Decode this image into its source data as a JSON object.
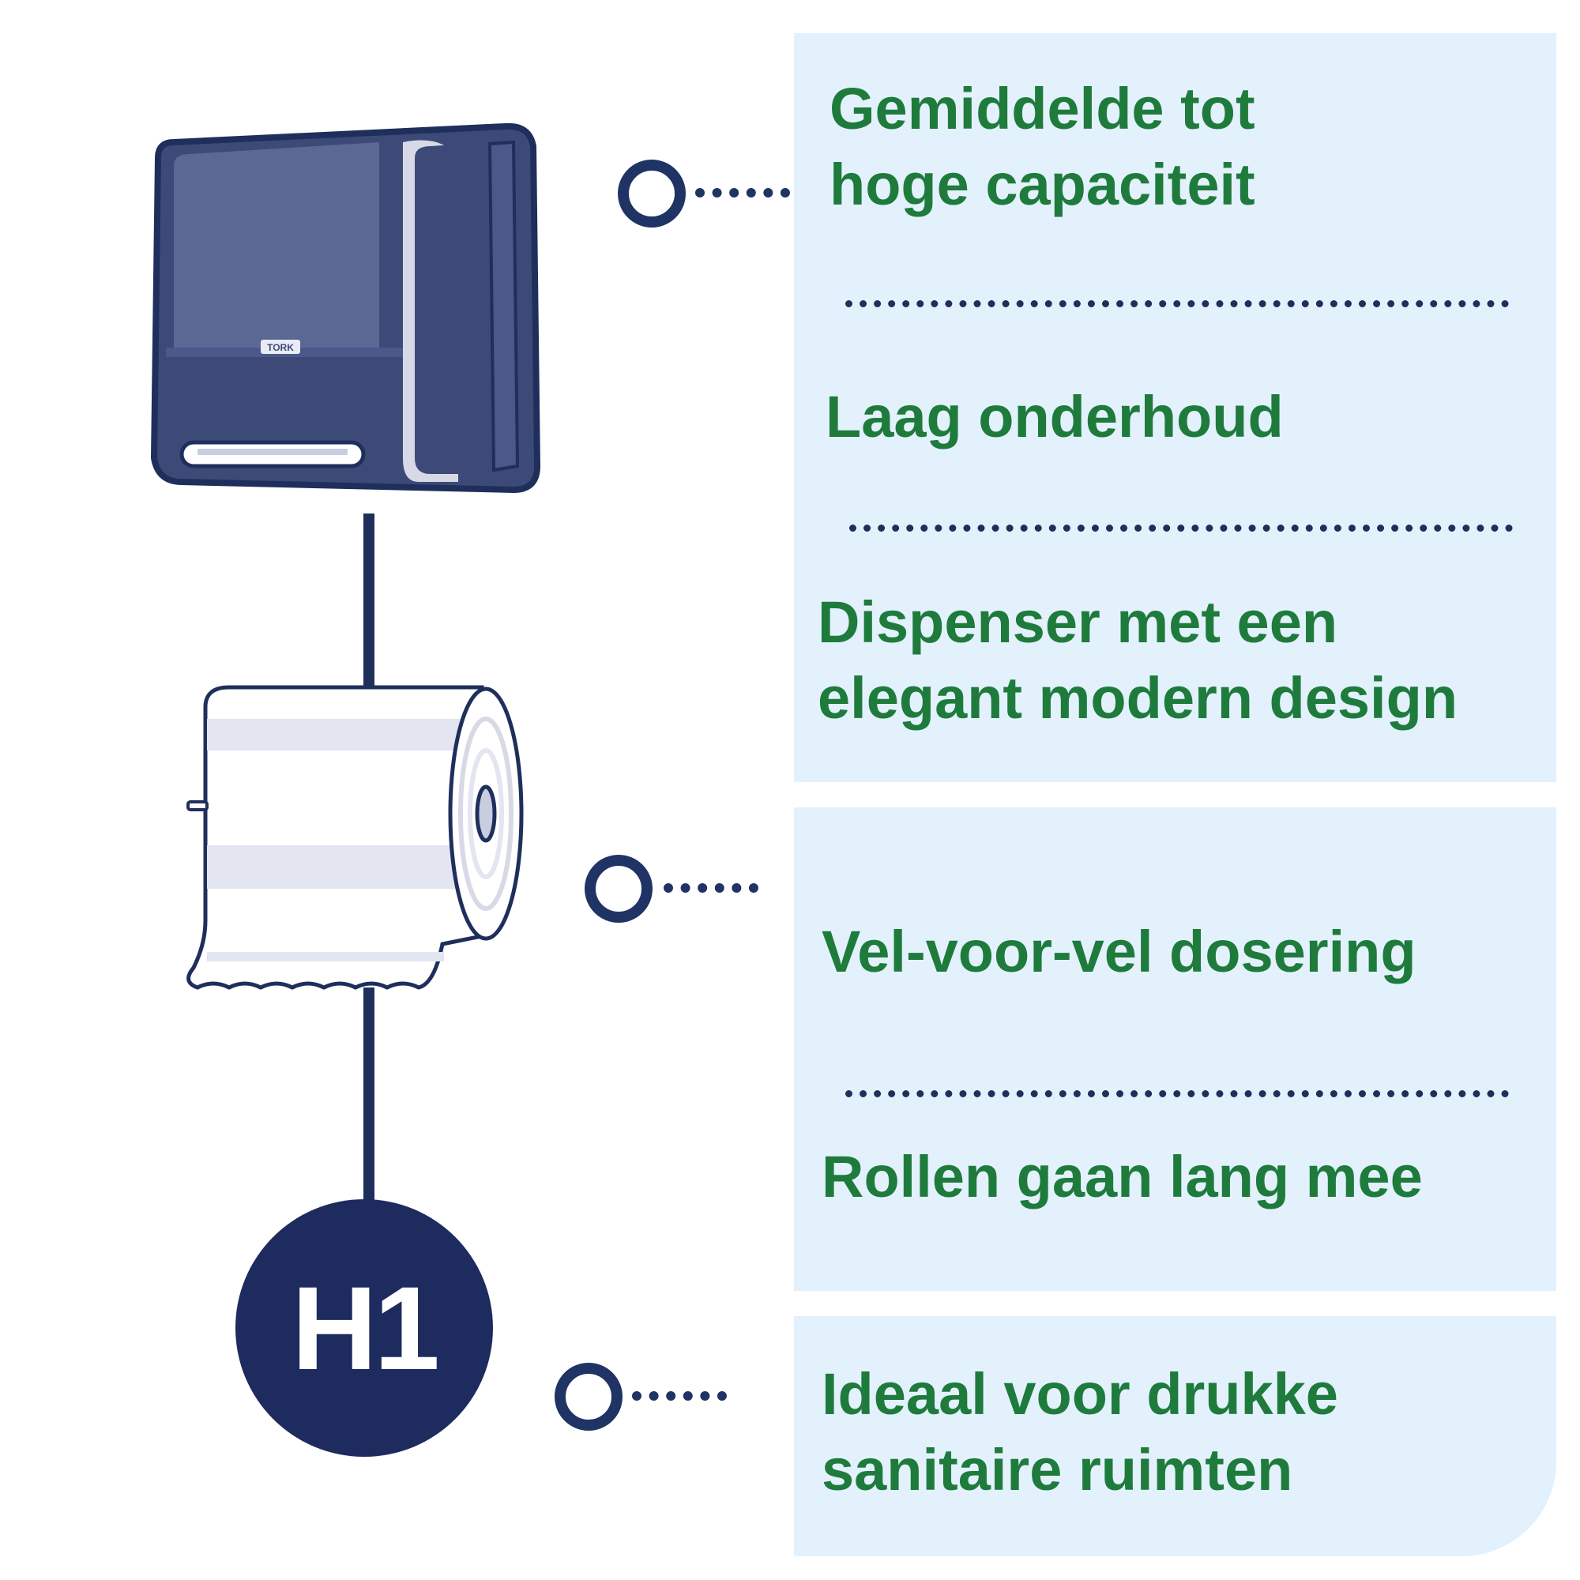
{
  "features": [
    "Gemiddelde tot\nhoge capaciteit",
    "Laag onderhoud",
    "Dispenser met een\nelegant modern design",
    "Vel-voor-vel dosering",
    "Rollen gaan lang mee",
    "Ideaal voor drukke\nsanitaire ruimten"
  ],
  "badge": "H1",
  "dispenser_brand": "TORK",
  "colors": {
    "panel": "#e3f1fc",
    "feature_text": "#1e7b3c",
    "navy": "#1e2b5e"
  }
}
